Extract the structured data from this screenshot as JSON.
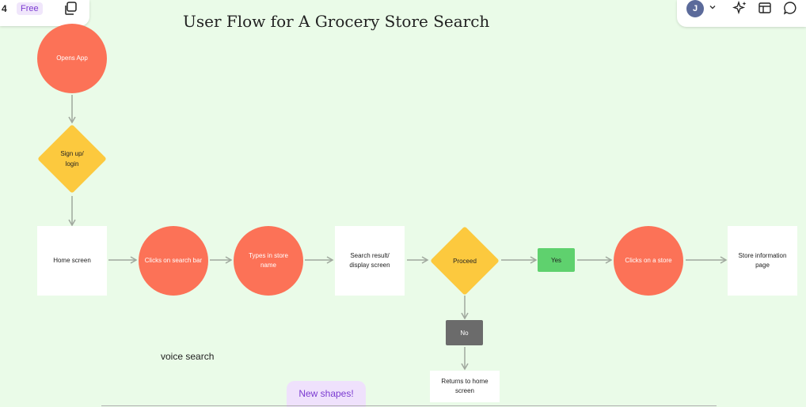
{
  "toolbar_left": {
    "number": "4",
    "plan_badge": "Free"
  },
  "toolbar_right": {
    "avatar_initial": "J"
  },
  "title": "User Flow for A Grocery Store Search",
  "nodes": {
    "opens_app": "Opens App",
    "signup": "Sign up/ login",
    "home": "Home screen",
    "clicks_search": "Clicks on search bar",
    "types_store": "Types in store name",
    "search_result": "Search result/ display screen",
    "proceed": "Proceed",
    "yes": "Yes",
    "clicks_store": "Clicks on a store",
    "store_info": "Store information page",
    "no": "No",
    "returns_home": "Returns to home screen"
  },
  "annotation": "voice search",
  "new_shapes": "New shapes!",
  "colors": {
    "canvas": "#eafbe8",
    "circle": "#fc7257",
    "diamond": "#fcc93e",
    "yes": "#5fd16e",
    "no": "#6b6b6b",
    "arrow": "#a0a89e"
  }
}
